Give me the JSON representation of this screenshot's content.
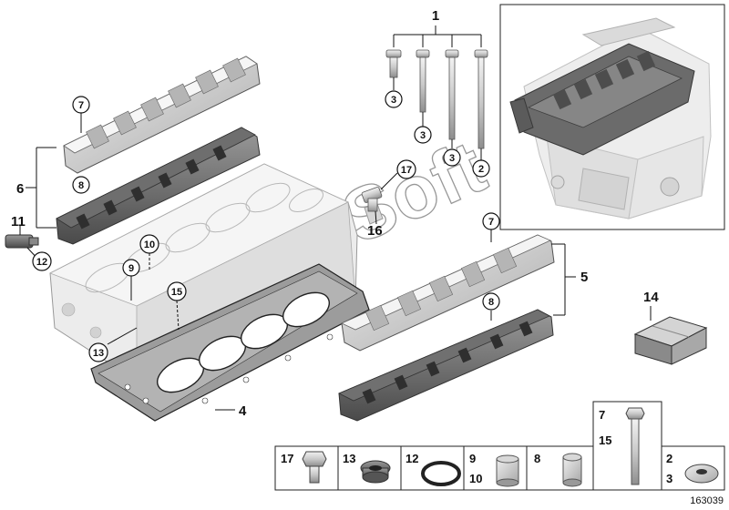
{
  "diagram": {
    "reference_number": "163039",
    "watermark": "AutoSoft",
    "callouts": {
      "c1": "1",
      "c2": "2",
      "c3": "3",
      "c4": "4",
      "c5": "5",
      "c6": "6",
      "c7": "7",
      "c8": "8",
      "c9": "9",
      "c10": "10",
      "c11": "11",
      "c12": "12",
      "c13": "13",
      "c14": "14",
      "c15": "15",
      "c16": "16",
      "c17": "17"
    },
    "parts_strip": [
      {
        "labels": [
          "17"
        ]
      },
      {
        "labels": [
          "13"
        ]
      },
      {
        "labels": [
          "12"
        ]
      },
      {
        "labels": [
          "9",
          "10"
        ]
      },
      {
        "labels": [
          "8"
        ]
      },
      {
        "labels": [
          "7",
          "15"
        ]
      },
      {
        "labels": [
          "2",
          "3"
        ]
      }
    ]
  }
}
